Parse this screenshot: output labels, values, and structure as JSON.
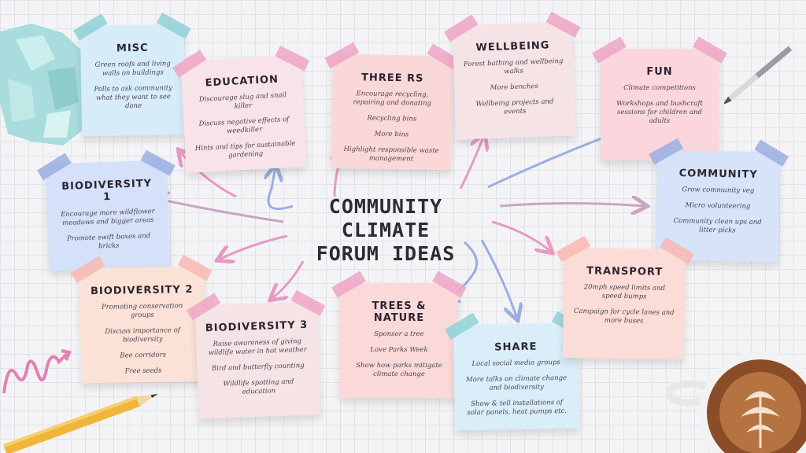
{
  "title_lines": [
    "COMMUNITY",
    "CLIMATE",
    "FORUM IDEAS"
  ],
  "notes": [
    {
      "title": "MISC",
      "items": [
        "Green roofs and living walls on buildings",
        "Polls to ask community what they want to see done"
      ]
    },
    {
      "title": "EDUCATION",
      "items": [
        "Discourage slug and snail killer",
        "Discuss negative effects of weedkiller",
        "Hints and tips for sustainable gardening"
      ]
    },
    {
      "title": "THREE RS",
      "items": [
        "Encourage recycling, repairing and donating",
        "Recycling bins",
        "More bins",
        "Highlight responsible waste management"
      ]
    },
    {
      "title": "WELLBEING",
      "items": [
        "Forest bathing and wellbeing walks",
        "More benches",
        "Wellbeing projects and events"
      ]
    },
    {
      "title": "FUN",
      "items": [
        "Climate competitions",
        "Workshops and bushcraft sessions for children and adults"
      ]
    },
    {
      "title": "BIODIVERSITY 1",
      "items": [
        "Encourage more wildflower meadows and bigger areas",
        "Promote swift boxes and bricks"
      ]
    },
    {
      "title": "COMMUNITY",
      "items": [
        "Grow community veg",
        "Micro volunteering",
        "Community clean ups and litter picks"
      ]
    },
    {
      "title": "BIODIVERSITY 2",
      "items": [
        "Promoting conservation groups",
        "Discuss importance of biodiversity",
        "Bee corridors",
        "Free seeds"
      ]
    },
    {
      "title": "BIODIVERSITY 3",
      "items": [
        "Raise awareness of giving wildlife water in hot weather",
        "Bird and butterfly counting",
        "Wildlife spotting and education"
      ]
    },
    {
      "title": "TREES & NATURE",
      "items": [
        "Sponsor a tree",
        "Love Parks Week",
        "Show how parks mitigate climate change"
      ]
    },
    {
      "title": "SHARE",
      "items": [
        "Local social media groups",
        "More talks on climate change and biodiversity",
        "Show & tell installations of solar panels, heat pumps etc."
      ]
    },
    {
      "title": "TRANSPORT",
      "items": [
        "20mph speed limits and speed bumps",
        "Campaign for cycle lanes and more buses"
      ]
    }
  ]
}
